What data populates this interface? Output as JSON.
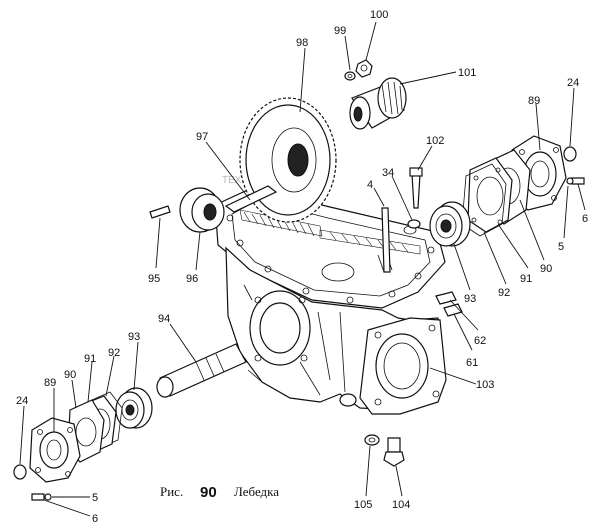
{
  "figure": {
    "caption_prefix": "Рис.",
    "caption_number": "90",
    "caption_title": "Лебедка",
    "watermark": "ТЕХНИКА И ЗАПЧАСТИ"
  },
  "callouts": [
    {
      "id": "c98",
      "label": "98"
    },
    {
      "id": "c99",
      "label": "99"
    },
    {
      "id": "c100",
      "label": "100"
    },
    {
      "id": "c101",
      "label": "101"
    },
    {
      "id": "c89a",
      "label": "89"
    },
    {
      "id": "c24a",
      "label": "24"
    },
    {
      "id": "c97",
      "label": "97"
    },
    {
      "id": "c102",
      "label": "102"
    },
    {
      "id": "c34",
      "label": "34"
    },
    {
      "id": "c4",
      "label": "4"
    },
    {
      "id": "c6a",
      "label": "6"
    },
    {
      "id": "c5a",
      "label": "5"
    },
    {
      "id": "c90a",
      "label": "90"
    },
    {
      "id": "c91a",
      "label": "91"
    },
    {
      "id": "c92a",
      "label": "92"
    },
    {
      "id": "c93a",
      "label": "93"
    },
    {
      "id": "c95",
      "label": "95"
    },
    {
      "id": "c96",
      "label": "96"
    },
    {
      "id": "c62",
      "label": "62"
    },
    {
      "id": "c61",
      "label": "61"
    },
    {
      "id": "c94",
      "label": "94"
    },
    {
      "id": "c93b",
      "label": "93"
    },
    {
      "id": "c92b",
      "label": "92"
    },
    {
      "id": "c91b",
      "label": "91"
    },
    {
      "id": "c90b",
      "label": "90"
    },
    {
      "id": "c89b",
      "label": "89"
    },
    {
      "id": "c24b",
      "label": "24"
    },
    {
      "id": "c103",
      "label": "103"
    },
    {
      "id": "c5b",
      "label": "5"
    },
    {
      "id": "c6b",
      "label": "6"
    },
    {
      "id": "c105",
      "label": "105"
    },
    {
      "id": "c104",
      "label": "104"
    }
  ]
}
